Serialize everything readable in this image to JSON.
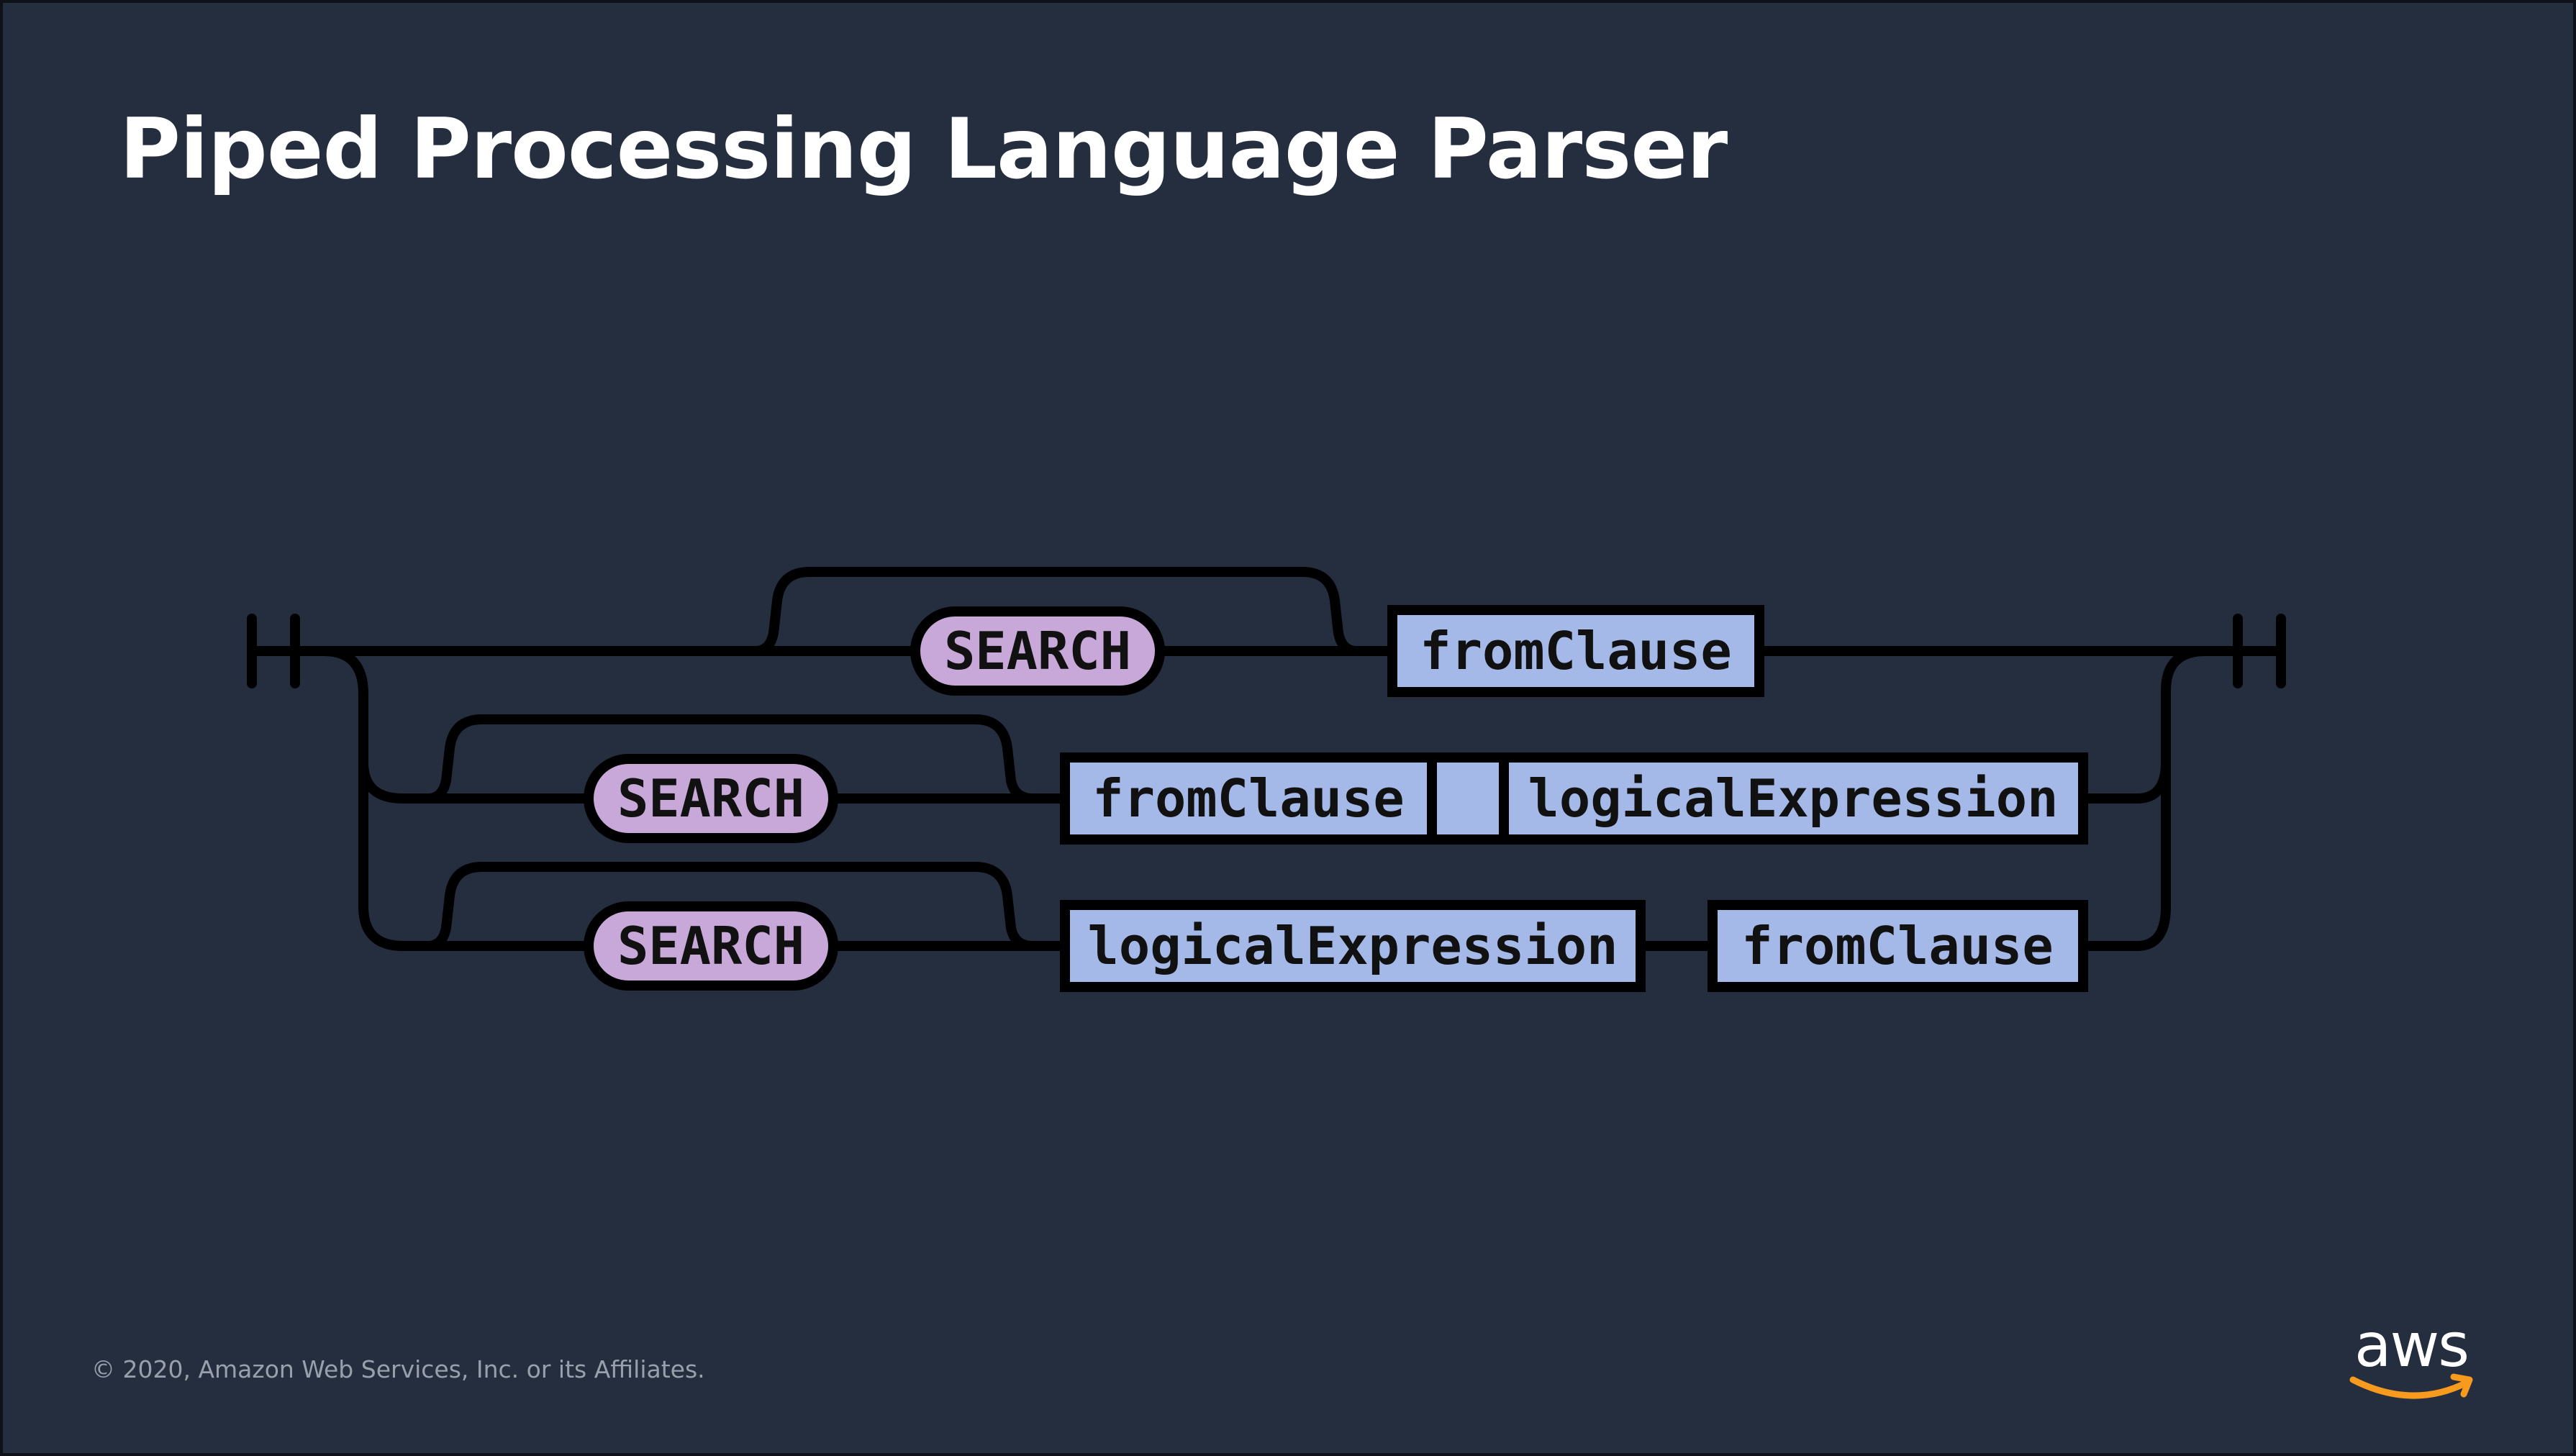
{
  "slide": {
    "title": "Piped Processing Language Parser",
    "footer": "© 2020, Amazon Web Services, Inc. or its Affiliates.",
    "logo_text": "aws"
  },
  "diagram": {
    "rows": [
      {
        "optional_keyword": "SEARCH",
        "sequence": [
          "fromClause"
        ]
      },
      {
        "optional_keyword": "SEARCH",
        "sequence": [
          "fromClause",
          "logicalExpression"
        ]
      },
      {
        "optional_keyword": "SEARCH",
        "sequence": [
          "logicalExpression",
          "fromClause"
        ]
      }
    ]
  },
  "colors": {
    "background": "#252e3f",
    "title": "#ffffff",
    "footer": "#98a0ab",
    "keyword_fill": "#c8a8d8",
    "rule_fill": "#a5b9e8",
    "line": "#000000",
    "logo_smile": "#f79a1e"
  }
}
